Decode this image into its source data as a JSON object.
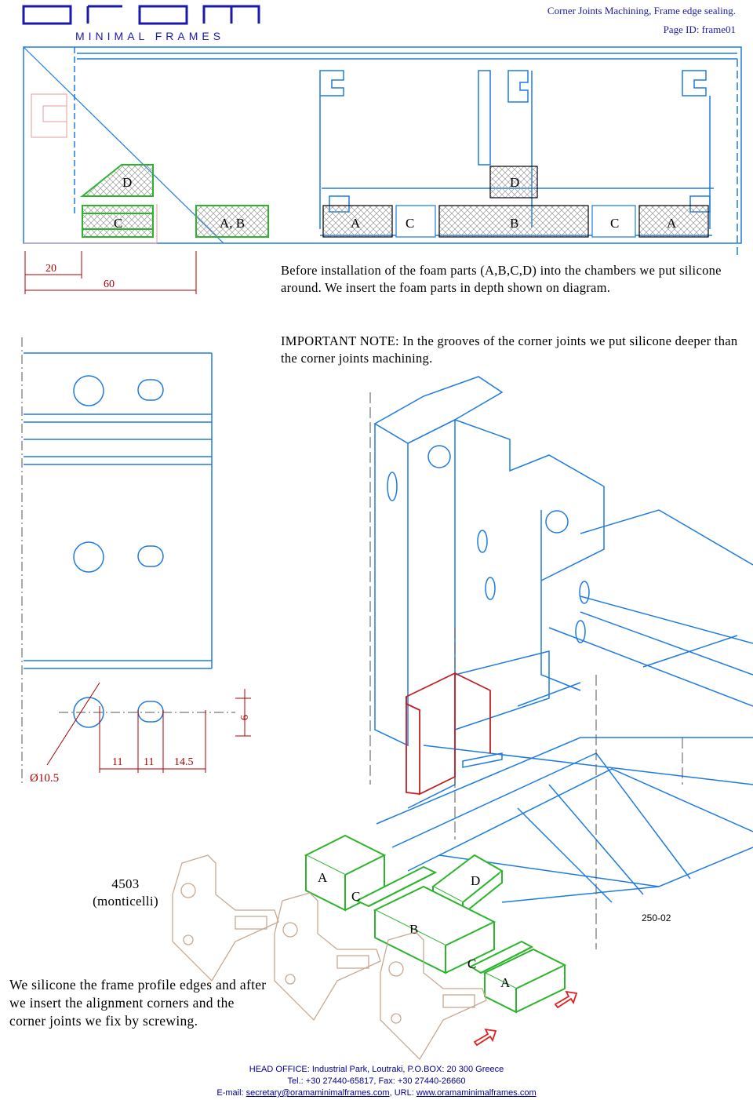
{
  "header": {
    "logo": "orama",
    "brand": "MINIMAL FRAMES",
    "title": "Corner Joints Machining, Frame edge sealing.",
    "page_id": "Page ID: frame01"
  },
  "section_labels": {
    "top_left": [
      "D",
      "C",
      "A, B"
    ],
    "top_right": [
      "D",
      "A",
      "C",
      "B",
      "C",
      "A"
    ],
    "iso": [
      "A",
      "C",
      "D",
      "B",
      "C",
      "A"
    ]
  },
  "dimensions": {
    "top": [
      "20",
      "60"
    ],
    "side": [
      "6"
    ],
    "bottom": [
      "Ø10.5",
      "11",
      "11",
      "14.5"
    ]
  },
  "notes": {
    "note1": "Before installation of the foam parts (A,B,C,D) into the chambers we put silicone around. We insert the foam parts in depth shown on diagram.",
    "note2": "IMPORTANT NOTE: In the grooves of the corner joints we put silicone deeper than the corner joints machining.",
    "left": "We silicone the frame profile edges and after we insert the alignment corners and the corner joints we fix by screwing."
  },
  "model": {
    "code": "4503",
    "name": "(monticelli)"
  },
  "part_ref": "250-02",
  "footer": {
    "line1": "HEAD OFFICE: Industrial Park, Loutraki, P.O.BOX: 20 300 Greece",
    "line2": "Tel.: +30 27440-65817, Fax: +30 27440-26660",
    "email_label": "E-mail: ",
    "email": "secretary@oramaminimalframes.com",
    "url_label": ", URL: ",
    "url": "www.oramaminimalframes.com"
  },
  "colors": {
    "profile": "#1e7be0",
    "foam": "#2bb52b",
    "dim": "#a00000",
    "alert": "#e02020",
    "brand": "#1a1aa6",
    "corner": "#c8a890"
  }
}
